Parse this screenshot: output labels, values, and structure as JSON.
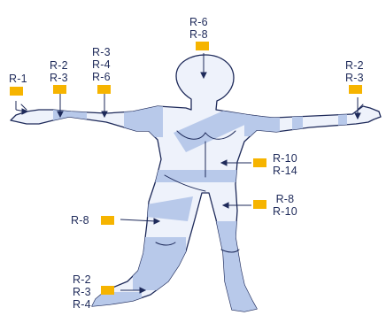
{
  "figure": {
    "accent_color": "#f6b400",
    "band_color": "#b8c9ea",
    "body_fill": "#eef2fb",
    "outline_color": "#1e2a5a"
  },
  "labels": {
    "head": {
      "lines": [
        "R-6",
        "R-8"
      ]
    },
    "left_hand": {
      "lines": [
        "R-1"
      ]
    },
    "left_wrist": {
      "lines": [
        "R-2",
        "R-3"
      ]
    },
    "left_arm": {
      "lines": [
        "R-3",
        "R-4",
        "R-6"
      ]
    },
    "right_hand": {
      "lines": [
        "R-2",
        "R-3"
      ]
    },
    "waist": {
      "lines": [
        "R-10",
        "R-14"
      ]
    },
    "right_thigh": {
      "lines": [
        "R-8",
        "R-10"
      ]
    },
    "left_thigh": {
      "lines": [
        "R-8"
      ]
    },
    "ankle": {
      "lines": [
        "R-2",
        "R-3",
        "R-4"
      ]
    }
  }
}
